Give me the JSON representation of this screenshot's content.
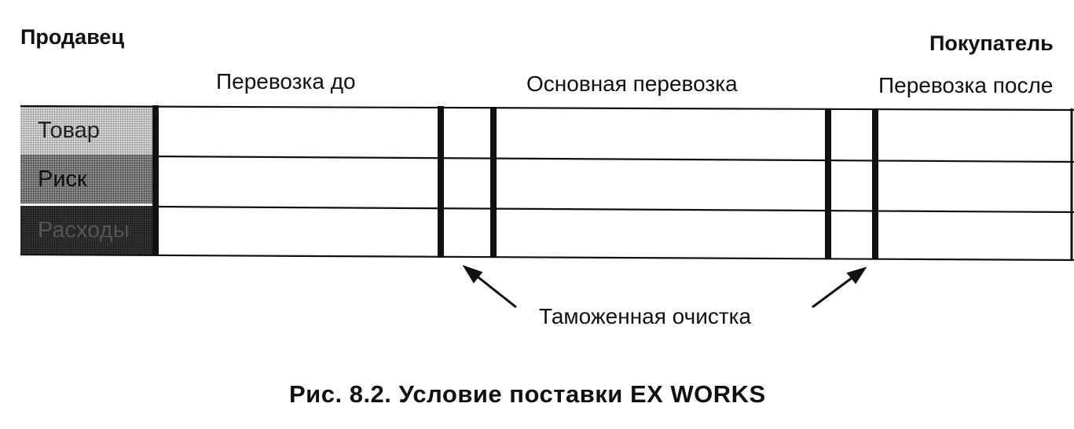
{
  "parties": {
    "seller": "Продавец",
    "buyer": "Покупатель"
  },
  "stages": {
    "pre_carriage": "Перевозка до",
    "main_carriage": "Основная перевозка",
    "on_carriage": "Перевозка после"
  },
  "rows": {
    "goods": "Товар",
    "risk": "Риск",
    "costs": "Расходы"
  },
  "customs_label": "Таможенная очистка",
  "caption": "Рис. 8.2. Условие поставки EX WORKS"
}
